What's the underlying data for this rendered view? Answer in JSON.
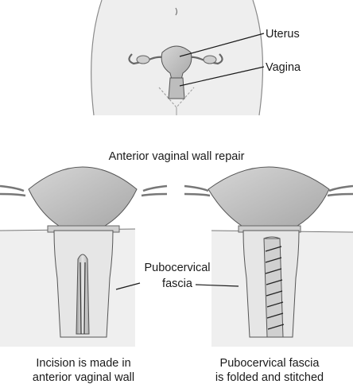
{
  "labels": {
    "uterus": "Uterus",
    "vagina": "Vagina",
    "title": "Anterior vaginal wall repair",
    "fascia_line1": "Pubocervical",
    "fascia_line2": "fascia",
    "left_caption_line1": "Incision is made in",
    "left_caption_line2": "anterior vaginal wall",
    "right_caption_line1": "Pubocervical fascia",
    "right_caption_line2": "is folded and stitched"
  },
  "colors": {
    "fill_light": "#ececec",
    "fill_mid": "#cfcfcf",
    "fill_dark": "#9a9a9a",
    "stroke": "#4a4a4a",
    "text": "#1a1a1a"
  }
}
